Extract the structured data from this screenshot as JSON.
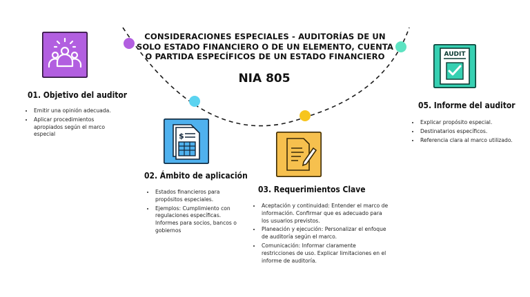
{
  "title": "CONSIDERACIONES ESPECIALES - AUDITORÍAS DE UN SOLO ESTADO FINANCIERO O DE UN ELEMENTO, CUENTA O PARTIDA ESPECÍFICOS DE UN ESTADO FINANCIERO",
  "subtitle": "NIA 805",
  "colors": {
    "purple": "#b25fe0",
    "blue": "#4fb1ee",
    "orange": "#f6c04e",
    "teal": "#36d0b2",
    "yellow_dot": "#f7c51f",
    "cyan_dot": "#5bd3f0",
    "mint_dot": "#5ee3c2"
  },
  "sections": [
    {
      "heading": "01. Objetivo del auditor",
      "icon": "team-icon",
      "color": "#b25fe0",
      "points": [
        "Emitir una opinión adecuada.",
        "Aplicar procedimientos apropiados según el marco especial"
      ]
    },
    {
      "heading": "02. Ámbito de aplicación",
      "icon": "financial-document-icon",
      "color": "#4fb1ee",
      "points": [
        "Estados financieros para propósitos especiales.",
        "Ejemplos: Cumplimiento con regulaciones específicas. Informes para socios, bancos o gobiernos"
      ]
    },
    {
      "heading": "03. Requerimientos Clave",
      "icon": "document-pen-icon",
      "color": "#f6c04e",
      "points": [
        "Aceptación y continuidad: Entender el marco de información. Confirmar que es adecuado para los usuarios previstos.",
        "Planeación y ejecución: Personalizar el enfoque de auditoría según el marco.",
        "Comunicación: Informar claramente restricciones de uso. Explicar limitaciones en el informe de auditoría."
      ]
    },
    {
      "heading": "05. Informe del auditor",
      "icon": "audit-report-icon",
      "color": "#36d0b2",
      "icon_label": "AUDIT",
      "points": [
        "Explicar propósito especial.",
        "Destinatarios específicos.",
        "Referencia clara al marco utilizado."
      ]
    }
  ]
}
